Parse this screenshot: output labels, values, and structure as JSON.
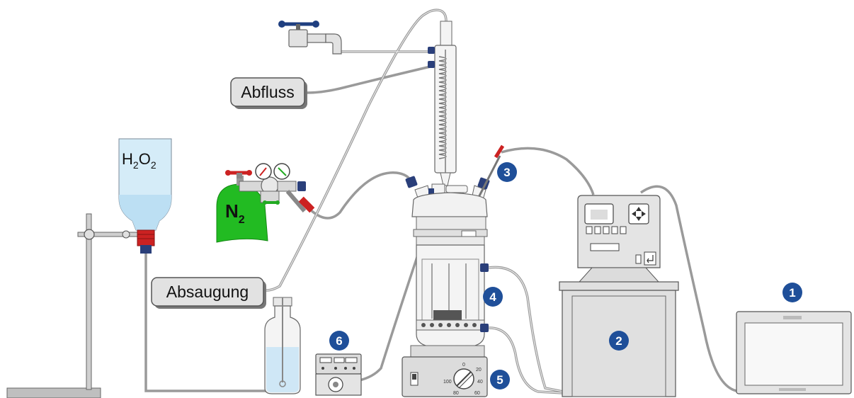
{
  "labels": {
    "drain": "Abfluss",
    "suction": "Absaugung"
  },
  "reagent": {
    "base": "H",
    "sub1": "2",
    "mid": "O",
    "sub2": "2"
  },
  "gas": {
    "base": "N",
    "sub": "2"
  },
  "badges": [
    "1",
    "2",
    "3",
    "4",
    "5",
    "6"
  ],
  "stirrer_dial": [
    "0",
    "20",
    "40",
    "60",
    "80",
    "100"
  ],
  "colors": {
    "badge": "#1f4f99",
    "gas_cylinder": "#22bb22",
    "connector": "#2a3f7a",
    "clamp_band": "#cc2222",
    "bottle": "#d5ecf8",
    "liquid": "#cfe7f6",
    "gray_device": "#dcdcdc"
  },
  "icons": [
    "water-tap-icon",
    "pressure-gauge-icon",
    "valve-handle-icon",
    "four-arrow-keypad-icon",
    "enter-key-icon",
    "laptop-icon"
  ]
}
